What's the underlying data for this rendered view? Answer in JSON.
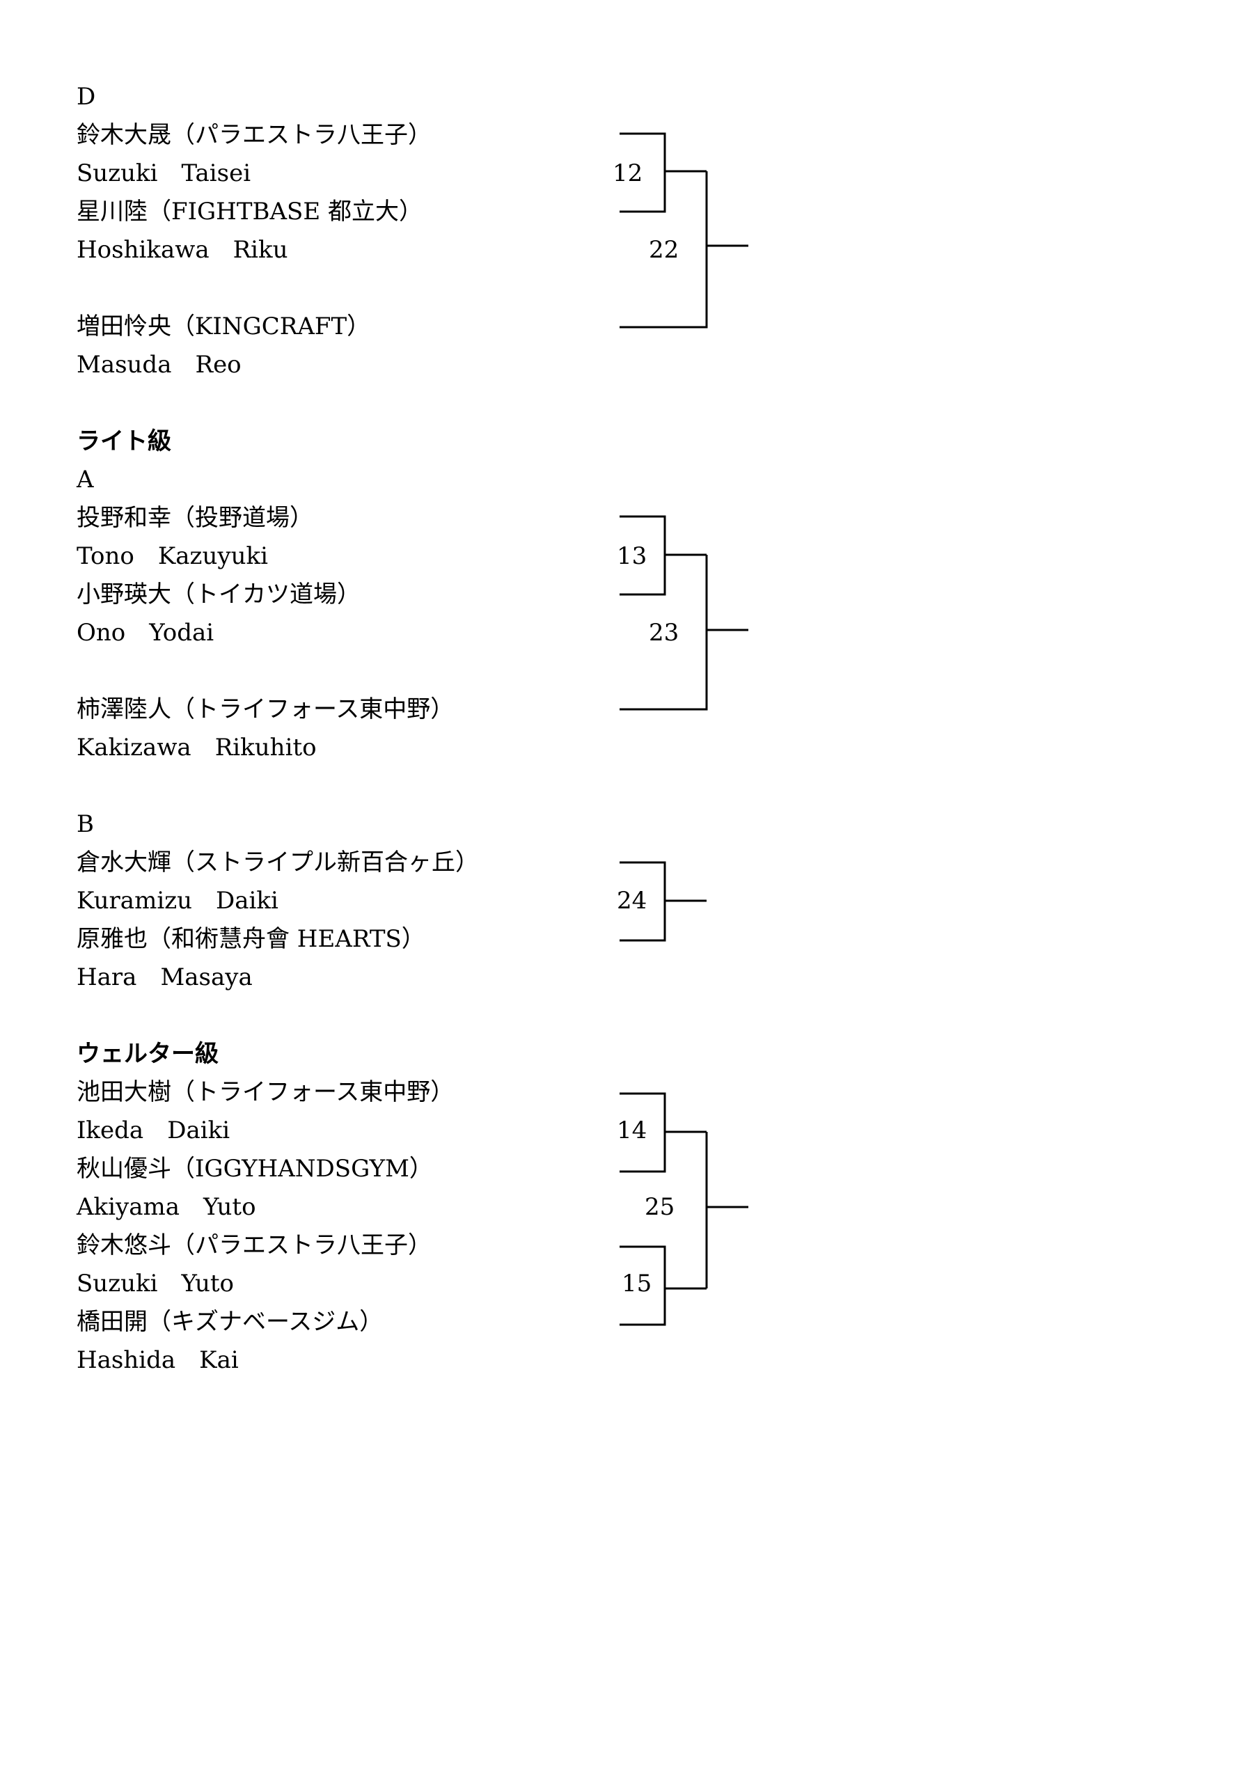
{
  "sections": {
    "d_label": "D",
    "light_heading": "ライト級",
    "light_a_label": "A",
    "light_b_label": "B",
    "welter_heading": "ウェルター級"
  },
  "entries": {
    "suzuki_taisei_jp": "鈴木大晟（パラエストラ八王子）",
    "suzuki_taisei_en": "Suzuki　Taisei",
    "hoshikawa_riku_jp": "星川陸（FIGHTBASE 都立大）",
    "hoshikawa_riku_en": "Hoshikawa　Riku",
    "masuda_reo_jp": "増田怜央（KINGCRAFT）",
    "masuda_reo_en": "Masuda　Reo",
    "tono_kazuyuki_jp": "投野和幸（投野道場）",
    "tono_kazuyuki_en": "Tono　Kazuyuki",
    "ono_yodai_jp": "小野瑛大（トイカツ道場）",
    "ono_yodai_en": "Ono　Yodai",
    "kakizawa_jp": "柿澤陸人（トライフォース東中野）",
    "kakizawa_en": "Kakizawa　Rikuhito",
    "kuramizu_jp": "倉水大輝（ストライプル新百合ヶ丘）",
    "kuramizu_en": "Kuramizu　Daiki",
    "hara_jp": "原雅也（和術慧舟會 HEARTS）",
    "hara_en": "Hara　Masaya",
    "ikeda_jp": "池田大樹（トライフォース東中野）",
    "ikeda_en": "Ikeda　Daiki",
    "akiyama_jp": "秋山優斗（IGGYHANDSGYM）",
    "akiyama_en": "Akiyama　Yuto",
    "suzuki_yuto_jp": "鈴木悠斗（パラエストラ八王子）",
    "suzuki_yuto_en": "Suzuki　Yuto",
    "hashida_jp": "橋田開（キズナベースジム）",
    "hashida_en": "Hashida　Kai"
  },
  "matches": {
    "m12": "12",
    "m22": "22",
    "m13": "13",
    "m23": "23",
    "m24": "24",
    "m14": "14",
    "m25": "25",
    "m15": "15"
  }
}
